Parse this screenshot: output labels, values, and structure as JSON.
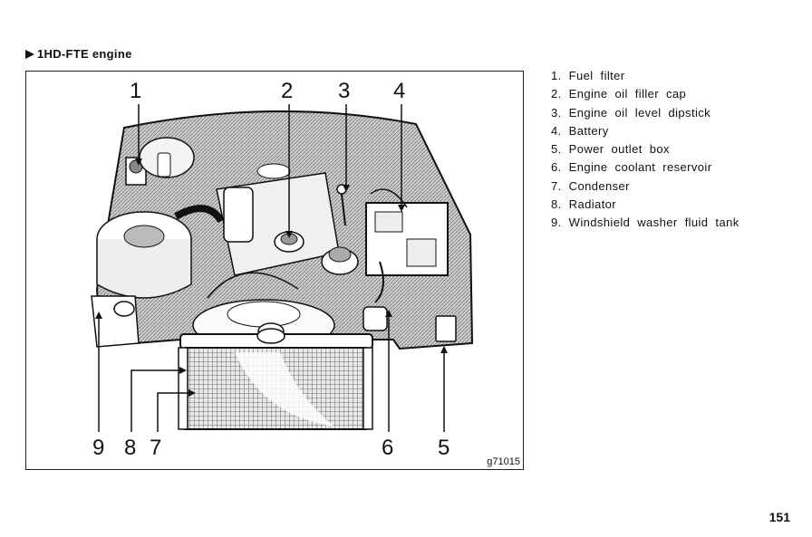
{
  "section": {
    "title": "1HD-FTE engine"
  },
  "figure": {
    "code": "g71015",
    "callouts": [
      "1",
      "2",
      "3",
      "4",
      "5",
      "6",
      "7",
      "8",
      "9"
    ]
  },
  "legend": [
    "1. Fuel filter",
    "2. Engine oil filler cap",
    "3. Engine oil level dipstick",
    "4. Battery",
    "5. Power outlet box",
    "6. Engine coolant reservoir",
    "7. Condenser",
    "8. Radiator",
    "9. Windshield washer fluid tank"
  ],
  "page_number": "151"
}
